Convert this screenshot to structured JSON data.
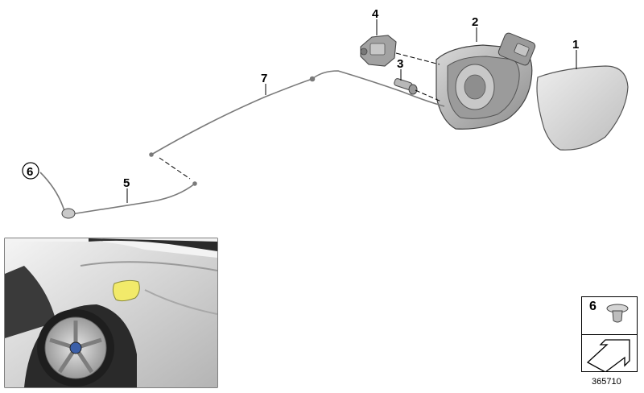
{
  "callouts": {
    "p1": "1",
    "p2": "2",
    "p3": "3",
    "p4": "4",
    "p5": "5",
    "p6": "6",
    "p7": "7"
  },
  "legend_box": {
    "part_number": "6"
  },
  "diagram_id": "365710",
  "colors": {
    "highlight_flap": "#f2ea6a",
    "metal_grey": "#b9b9b9",
    "body_paint": "#cfcfcf"
  }
}
